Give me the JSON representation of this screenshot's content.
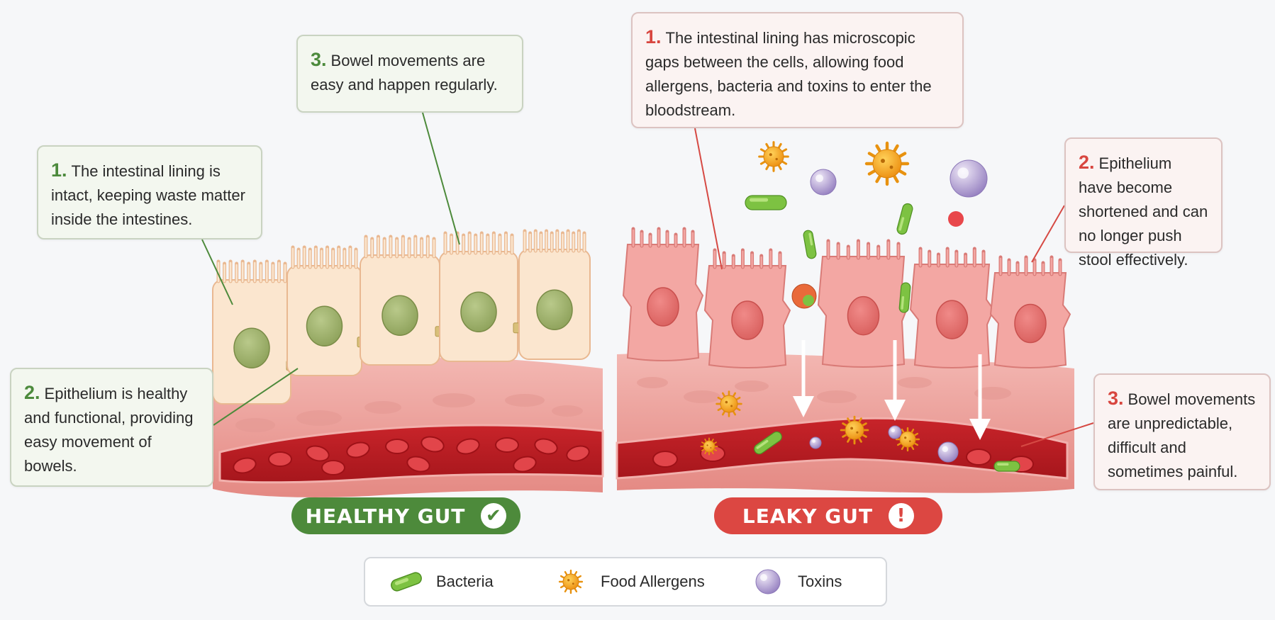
{
  "healthy": {
    "badge": "HEALTHY GUT",
    "badge_icon": "check-circle-icon",
    "color": "#4d8a3b",
    "callouts": [
      {
        "num": "1.",
        "text": "The intestinal lining is intact, keeping waste matter inside the intestines."
      },
      {
        "num": "2.",
        "text": "Epithelium is healthy and functional, providing easy movement of bowels."
      },
      {
        "num": "3.",
        "text": "Bowel movements are easy and happen regularly."
      }
    ]
  },
  "leaky": {
    "badge": "LEAKY GUT",
    "badge_icon": "exclamation-circle-icon",
    "color": "#dc4742",
    "callouts": [
      {
        "num": "1.",
        "text": "The intestinal lining has microscopic gaps between the cells, allowing food allergens, bacteria and toxins to enter the bloodstream."
      },
      {
        "num": "2.",
        "text": "Epithelium have become shortened and can no longer push stool effectively."
      },
      {
        "num": "3.",
        "text": "Bowel movements are unpredictable, difficult and sometimes painful."
      }
    ]
  },
  "legend": {
    "items": [
      {
        "label": "Bacteria",
        "icon": "bacteria-icon",
        "color": "#7dc242"
      },
      {
        "label": "Food Allergens",
        "icon": "food-allergen-icon",
        "color": "#f2a31a"
      },
      {
        "label": "Toxins",
        "icon": "toxin-icon",
        "color": "#a58ec8"
      }
    ]
  }
}
